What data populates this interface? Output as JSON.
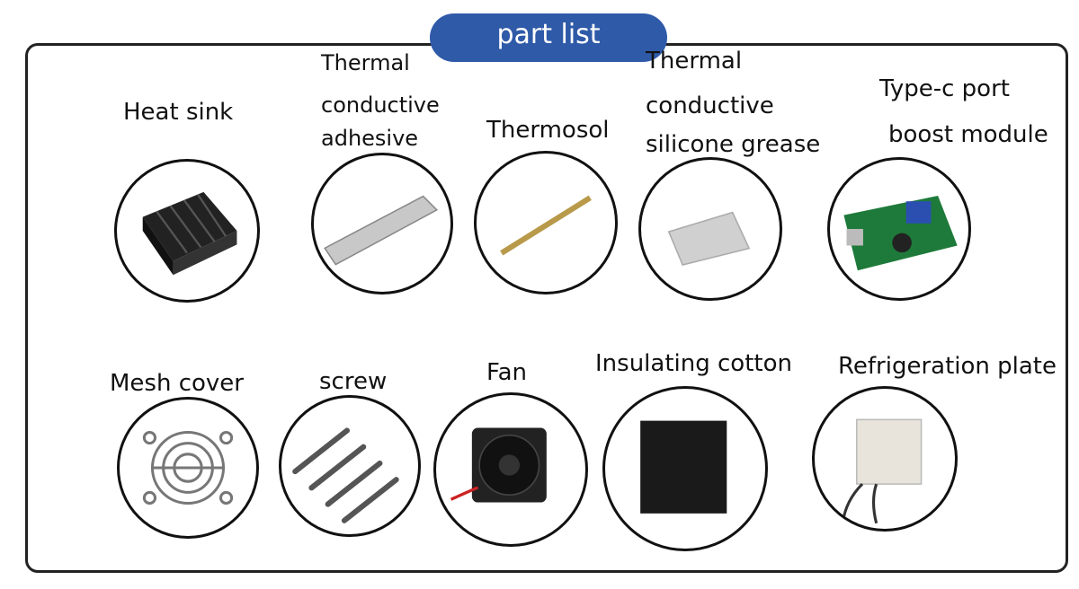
{
  "title": "part list",
  "parts": [
    {
      "lines": [
        "Heat sink"
      ],
      "icon": "heat-sink-icon"
    },
    {
      "lines": [
        "Thermal",
        "conductive",
        "adhesive"
      ],
      "icon": "adhesive-tape-icon"
    },
    {
      "lines": [
        "Thermosol"
      ],
      "icon": "thermosol-stick-icon"
    },
    {
      "lines": [
        "Thermal",
        "conductive",
        "silicone grease"
      ],
      "icon": "grease-pad-icon"
    },
    {
      "lines": [
        "Type-c port",
        "boost module"
      ],
      "icon": "boost-module-icon"
    },
    {
      "lines": [
        "Mesh cover"
      ],
      "icon": "mesh-cover-icon"
    },
    {
      "lines": [
        "screw"
      ],
      "icon": "screw-icon"
    },
    {
      "lines": [
        "Fan"
      ],
      "icon": "fan-icon"
    },
    {
      "lines": [
        "Insulating cotton"
      ],
      "icon": "insulating-cotton-icon"
    },
    {
      "lines": [
        "Refrigeration plate"
      ],
      "icon": "refrigeration-plate-icon"
    }
  ]
}
